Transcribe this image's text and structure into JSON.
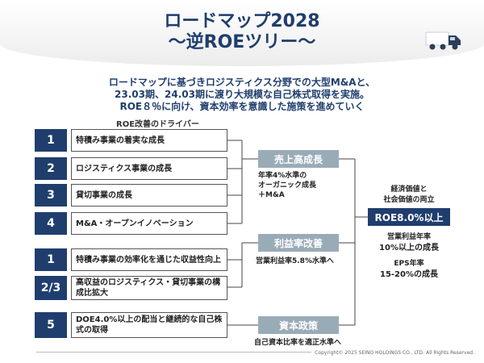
{
  "title": {
    "line1": "ロードマップ2028",
    "line2": "〜逆ROEツリー〜"
  },
  "lead": {
    "line1": "ロードマップに基づきロジスティクス分野での大型M&Aと、",
    "line2": "23.03期、24.03期に渡り大規模な自己株式取得を実施。",
    "line3": "ROE８％に向け、資本効率を意識した施策を進めていく"
  },
  "drivers_title": "ROE改善のドライバー",
  "drivers": [
    {
      "num": "1",
      "label": "特積み事業の着実な成長"
    },
    {
      "num": "2",
      "label": "ロジスティクス事業の成長"
    },
    {
      "num": "3",
      "label": "貸切事業の成長"
    },
    {
      "num": "4",
      "label": "M&A・オープンイノベーション"
    },
    {
      "num": "1",
      "label": "特積み事業の効率化を通じた収益性向上"
    },
    {
      "num": "2/3",
      "label": "高収益のロジスティクス・貸切事業の構成比拡大"
    },
    {
      "num": "5",
      "label": "DOE4.0%以上の配当と継続的な自己株式の取得"
    }
  ],
  "categories": [
    {
      "label": "売上高成長",
      "note_lines": [
        "年率4%水準の",
        "オーガニック成長",
        "＋M&A"
      ]
    },
    {
      "label": "利益率改善",
      "note_lines": [
        "営業利益率5.8%水準へ"
      ]
    },
    {
      "label": "資本政策",
      "note_lines": [
        "自己資本比率を適正水準へ"
      ]
    }
  ],
  "result": {
    "top_lines": [
      "経済価値と",
      "社会価値の両立"
    ],
    "roe": "ROE8.0%以上",
    "op_lines": [
      "営業利益年率",
      "10%以上の成長"
    ],
    "eps_lines": [
      "EPS年率",
      "15-20%の成長"
    ]
  },
  "copyright": "Copyright© 2025 SEINO HOLDINGS CO., LTD. All Rights Reserved.",
  "colors": {
    "navy": "#1f3e6e",
    "category": "#9aabb8"
  }
}
